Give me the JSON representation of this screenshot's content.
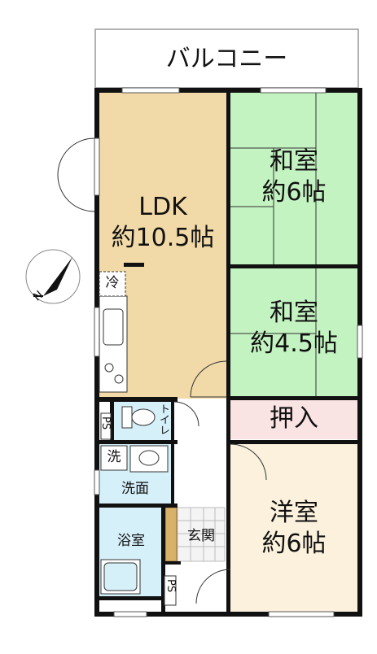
{
  "balcony": {
    "label": "バルコニー"
  },
  "rooms": {
    "ldk": {
      "name": "LDK",
      "size": "約10.5帖"
    },
    "washitsu1": {
      "name": "和室",
      "size": "約6帖"
    },
    "washitsu2": {
      "name": "和室",
      "size": "約4.5帖"
    },
    "oshiire": {
      "name": "押入"
    },
    "yoshitsu": {
      "name": "洋室",
      "size": "約6帖"
    },
    "toilet": {
      "name": "トイレ"
    },
    "senmen": {
      "name": "洗面"
    },
    "sentaku": {
      "name": "洗"
    },
    "yokushitsu": {
      "name": "浴室"
    },
    "genkan": {
      "name": "玄関"
    },
    "rei": {
      "name": "冷"
    },
    "ps1": {
      "name": "PS"
    },
    "ps2": {
      "name": "PS"
    }
  },
  "compass": {
    "label": "N"
  },
  "colors": {
    "ldk": "#f1d9a8",
    "washitsu": "#c4f3c2",
    "oshiire": "#fae3e3",
    "yoshitsu": "#fbf1dd",
    "water": "#d6f0fa",
    "wall": "#111111"
  }
}
